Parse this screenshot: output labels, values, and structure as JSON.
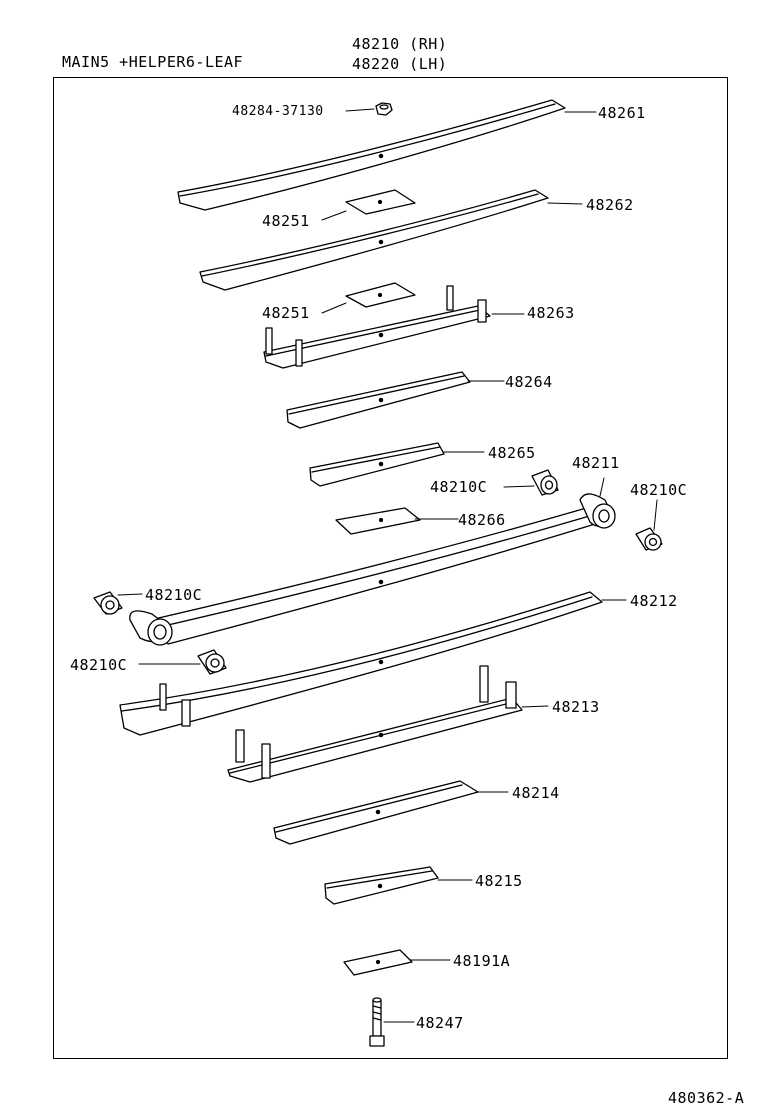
{
  "header": {
    "spec_label": "MAIN5 +HELPER6-LEAF",
    "assembly_rh": "48210 (RH)",
    "assembly_lh": "48220 (LH)"
  },
  "parts": {
    "nut": "48284-37130",
    "leaf_1": "48261",
    "leaf_2": "48262",
    "insert_upper": "48251",
    "insert_lower": "48251",
    "leaf_3": "48263",
    "leaf_4": "48264",
    "leaf_5": "48265",
    "leaf_6": "48266",
    "helper_main": "48211",
    "bushing_right": "48210C",
    "bushing_mid": "48210C",
    "bushing_left": "48210C",
    "bushing_lower": "48210C",
    "helper_2": "48212",
    "helper_3": "48213",
    "helper_4": "48214",
    "helper_5": "48215",
    "spacer": "48191A",
    "center_bolt": "48247"
  },
  "footer": {
    "diagram_code": "480362-A"
  }
}
